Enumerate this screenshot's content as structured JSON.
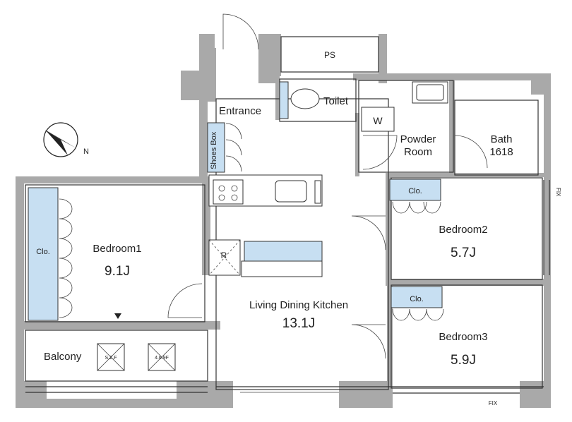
{
  "rooms": {
    "entrance": "Entrance",
    "toilet": "Toilet",
    "ps": "PS",
    "w": "W",
    "powder_line1": "Powder",
    "powder_line2": "Room",
    "bath_line1": "Bath",
    "bath_line2": "1618",
    "shoes_box": "Shoes Box",
    "bedroom1": "Bedroom1",
    "bedroom1_size": "9.1J",
    "bedroom2": "Bedroom2",
    "bedroom2_size": "5.7J",
    "bedroom3": "Bedroom3",
    "bedroom3_size": "5.9J",
    "ldk": "Living Dining Kitchen",
    "ldk_size": "13.1J",
    "balcony": "Balcony",
    "closet": "Clo.",
    "fridge": "R",
    "fix": "FIX",
    "outdoor_unit_1": "S.Z.F",
    "outdoor_unit_2": "4.6.9F"
  },
  "compass": {
    "north_label": "N"
  },
  "colors": {
    "wall": "#a9a9a9",
    "storage": "#c7dff2",
    "line": "#333333"
  }
}
